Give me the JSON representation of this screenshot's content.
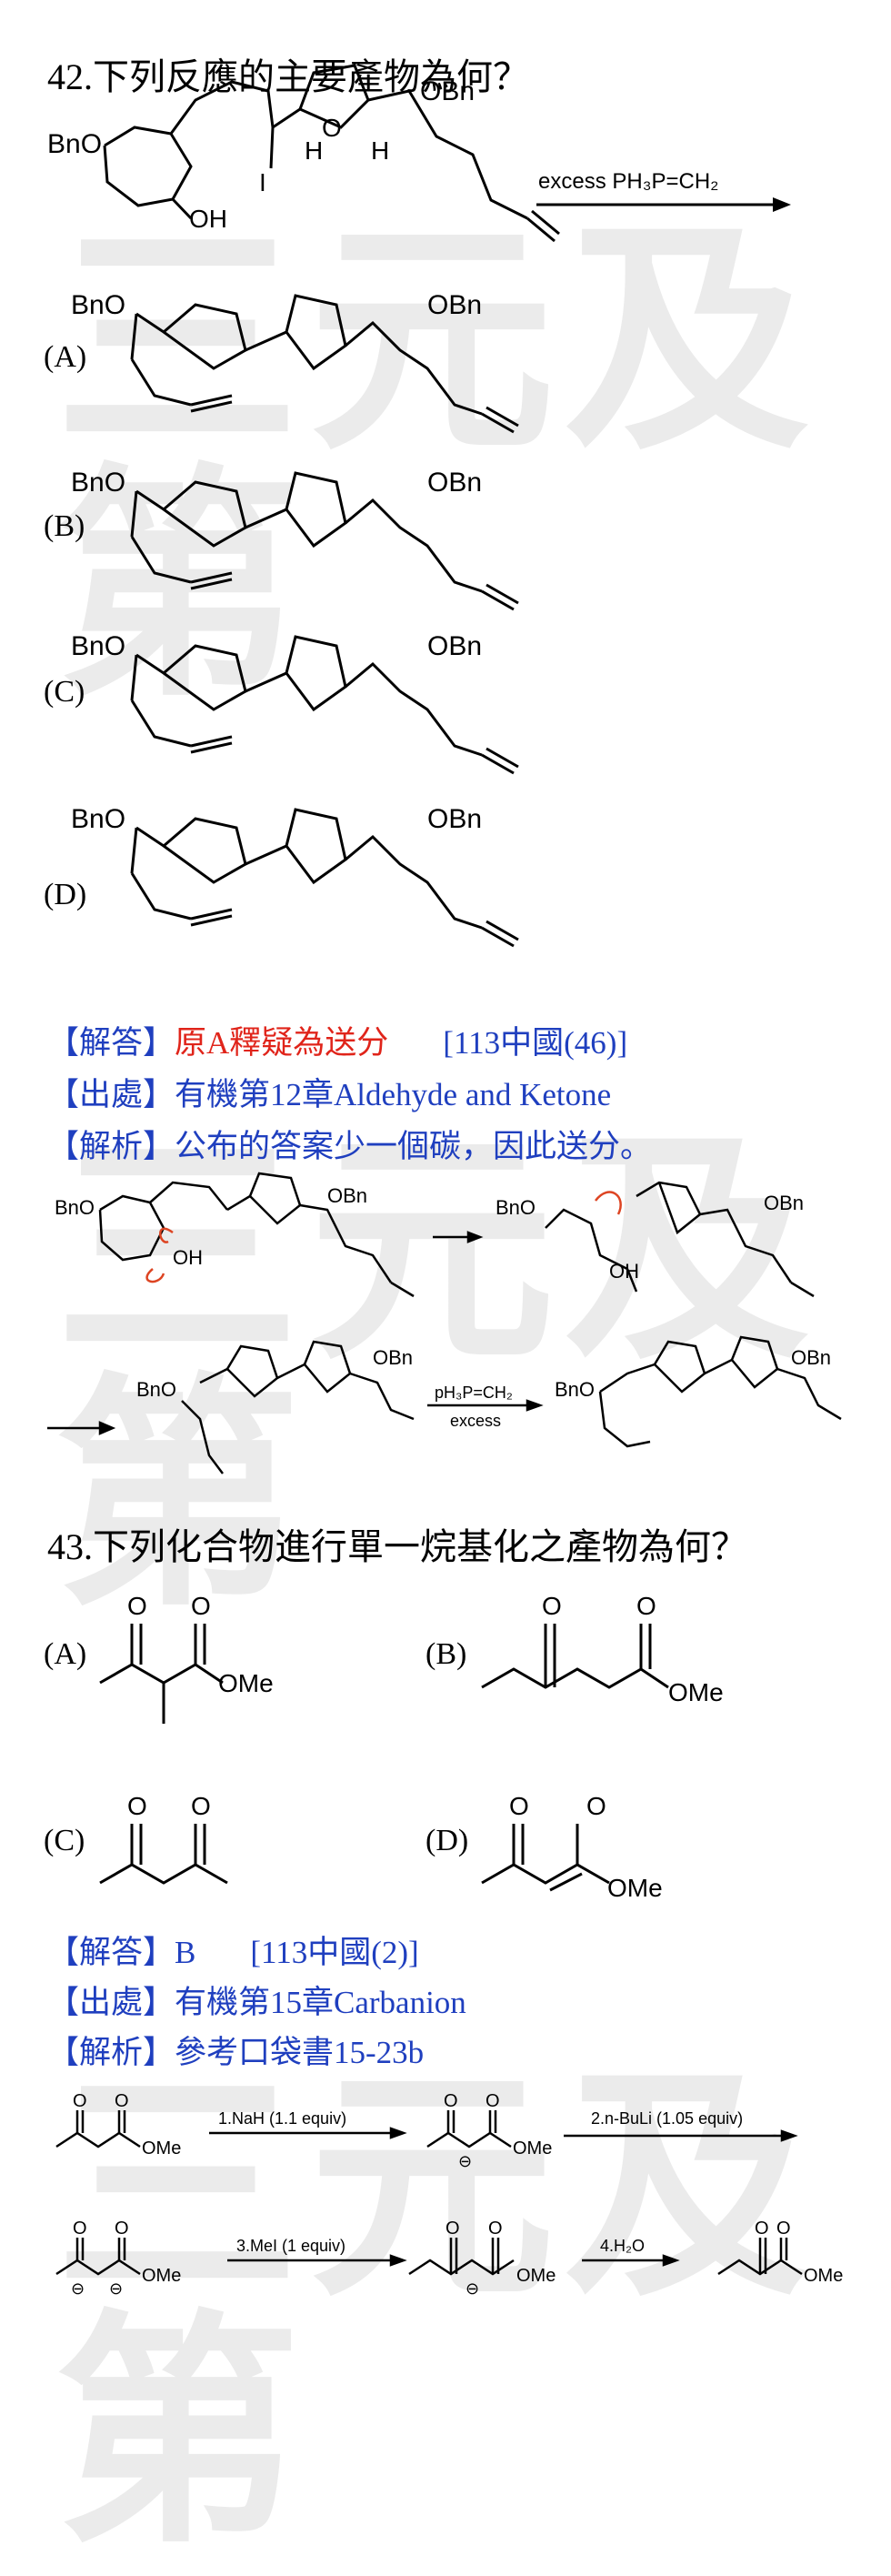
{
  "watermark": "三元及第",
  "q42": {
    "title": "42.下列反應的主要產物為何？",
    "reagent": "excess PH₃P=CH₂",
    "options": [
      "(A)",
      "(B)",
      "(C)",
      "(D)"
    ],
    "answer": {
      "label": "【解答】",
      "value": "原A釋疑為送分",
      "ref": "[113中國(46)]"
    },
    "source": {
      "label": "【出處】",
      "value": "有機第12章Aldehyde and Ketone"
    },
    "analysis": {
      "label": "【解析】",
      "value": "公布的答案少一個碳，因此送分。"
    },
    "scheme_reagent": "pH₃P=CH₂",
    "scheme_excess": "excess"
  },
  "q43": {
    "title": "43.下列化合物進行單一烷基化之產物為何？",
    "options": [
      "(A)",
      "(B)",
      "(C)",
      "(D)"
    ],
    "answer": {
      "label": "【解答】",
      "value": "B",
      "ref": "[113中國(2)]"
    },
    "source": {
      "label": "【出處】",
      "value": "有機第15章Carbanion"
    },
    "analysis": {
      "label": "【解析】",
      "value": "參考口袋書15-23b"
    },
    "steps": [
      "1.NaH (1.1 equiv)",
      "2.n-BuLi (1.05 equiv)",
      "3.MeI (1 equiv)",
      "4.H₂O"
    ]
  },
  "chem": {
    "BnO": "BnO",
    "OBn": "OBn",
    "OH": "OH",
    "O": "O",
    "H": "H",
    "I": "I",
    "OMe": "OMe",
    "minus": "⊖"
  }
}
